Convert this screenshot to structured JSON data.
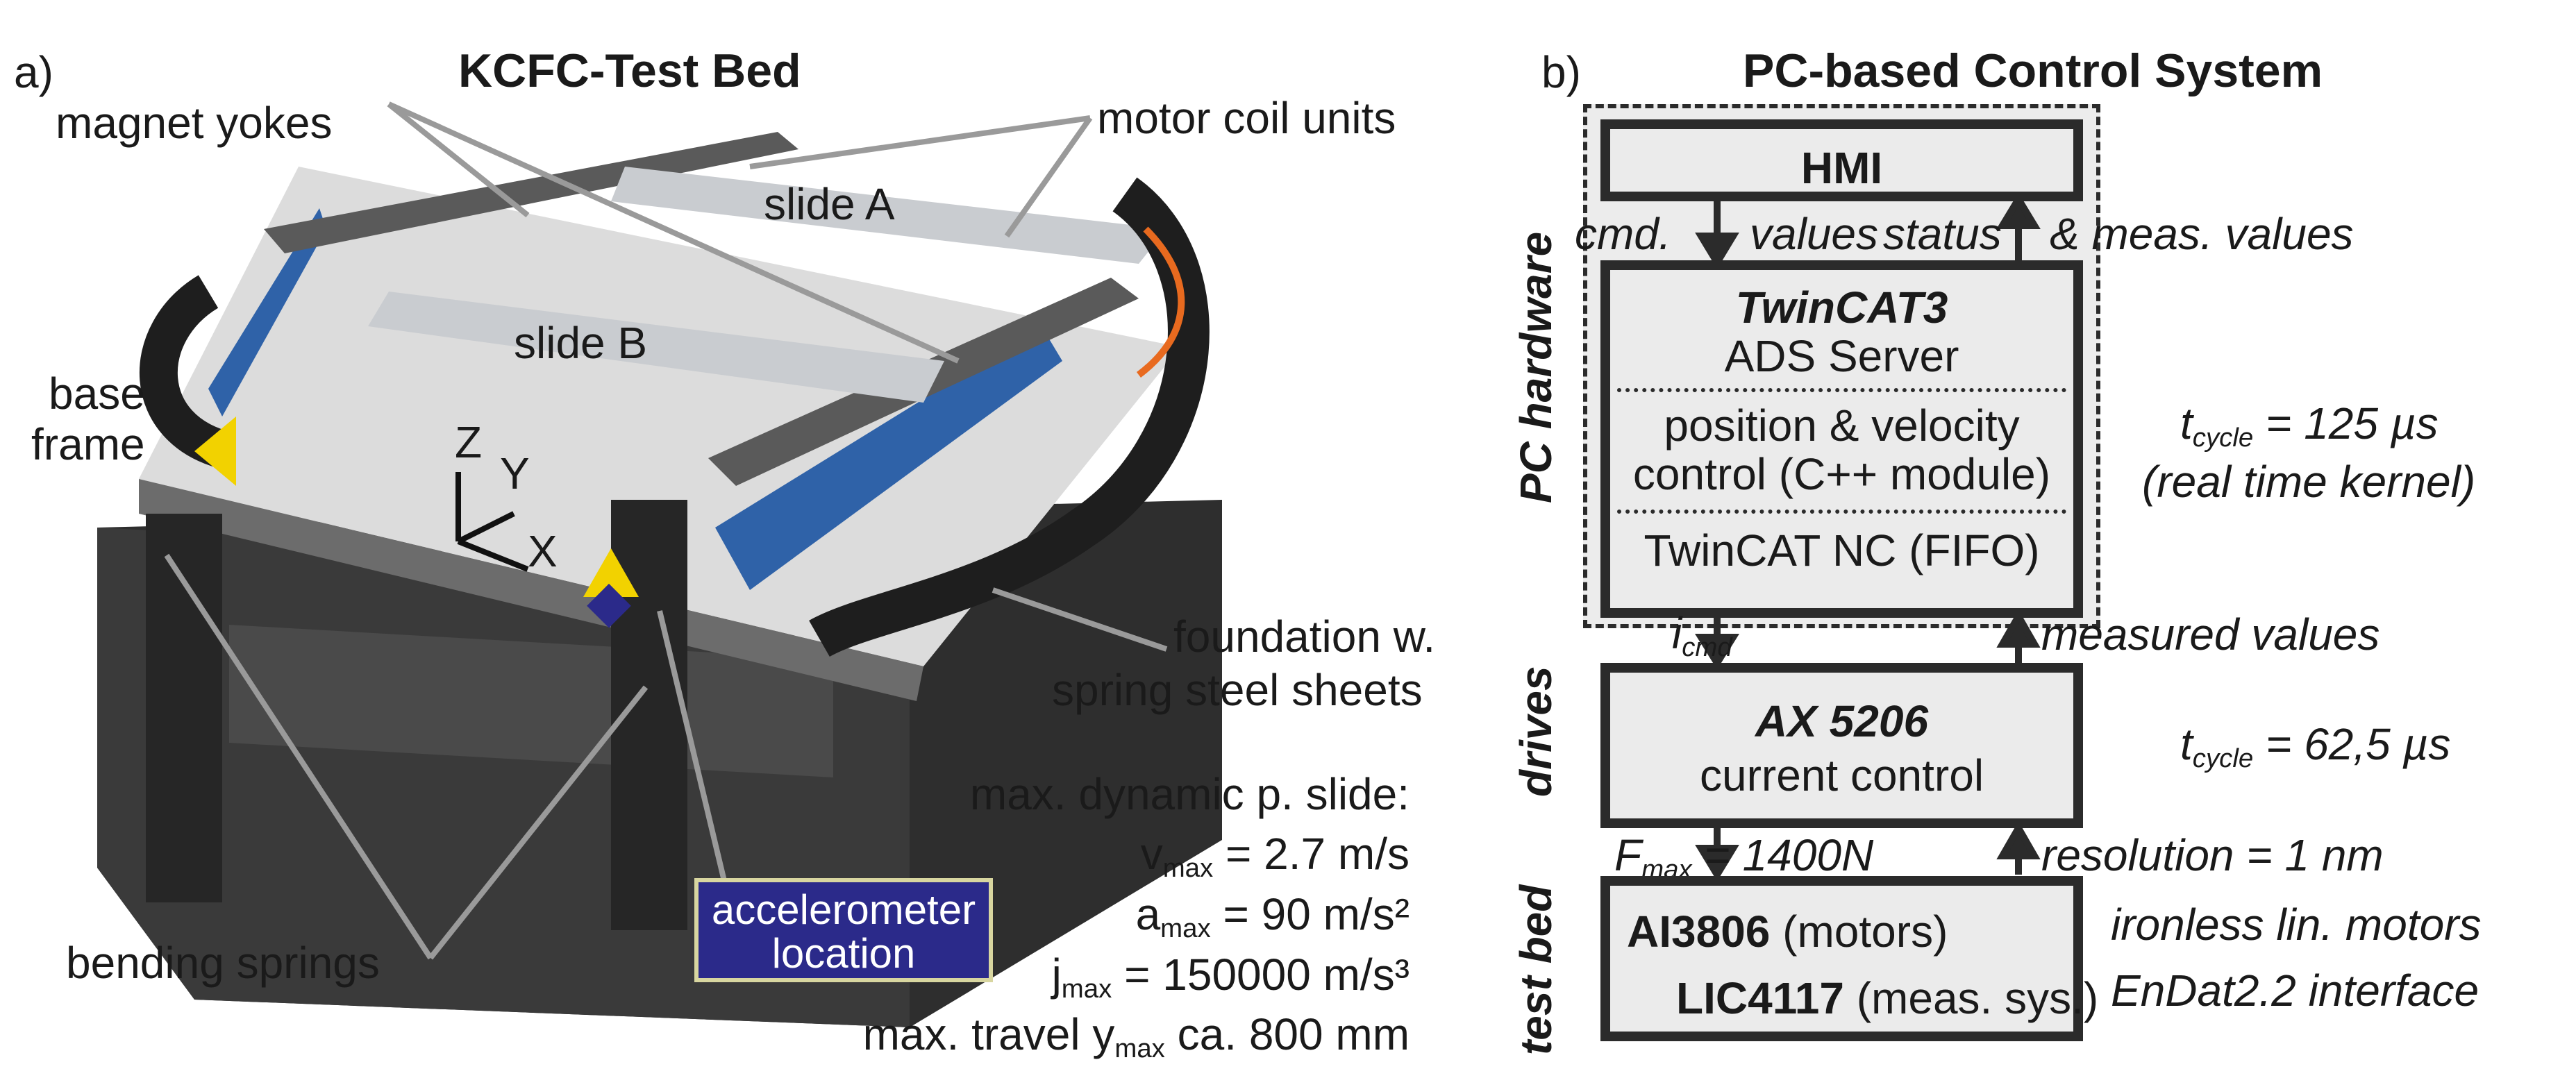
{
  "photo": {
    "panel_label": "a)",
    "title": "KCFC-Test Bed",
    "labels": {
      "magnet_yokes": "magnet yokes",
      "motor_coil_units": "motor coil units",
      "slide_a": "slide A",
      "slide_b": "slide B",
      "base": "base",
      "frame": "frame",
      "axis_z": "Z",
      "axis_y": "Y",
      "axis_x": "X",
      "foundation_1": "foundation w.",
      "foundation_2": "spring steel sheets",
      "bending_springs": "bending springs",
      "accel_1": "accelerometer",
      "accel_2": "location"
    },
    "specs": {
      "heading": "max. dynamic p. slide:",
      "v_sym": "v",
      "v_sub": "max",
      "v_val": " = 2.7 m/s",
      "a_sym": "a",
      "a_sub": "max",
      "a_val": " = 90 m/s²",
      "j_sym": "j",
      "j_sub": "max",
      "j_val": " = 150000 m/s³",
      "travel_pre": "max. travel y",
      "travel_sub": "max",
      "travel_post": " ca. 800 mm"
    }
  },
  "diagram": {
    "panel_label": "b)",
    "title": "PC-based Control System",
    "hmi": "HMI",
    "arrow_cmd": "cmd.",
    "arrow_values": "values",
    "arrow_status": "status",
    "arrow_meas": "& meas. values",
    "twincat_title": "TwinCAT3",
    "ads": "ADS Server",
    "pos_vel_1": "position & velocity",
    "pos_vel_2": "control (C++ module)",
    "nc": "TwinCAT NC (FIFO)",
    "pc_side": "PC hardware",
    "tcycle1_sym": "t",
    "tcycle1_sub": "cycle",
    "tcycle1_val": " = 125 µs",
    "rtk": "(real time kernel)",
    "icmd_sym": "i",
    "icmd_sub": "cmd",
    "measured": "measured values",
    "ax": "AX 5206",
    "current": "current control",
    "drives_side": "drives",
    "tcycle2_sym": "t",
    "tcycle2_sub": "cycle",
    "tcycle2_val": " = 62,5 µs",
    "fmax_sym": "F",
    "fmax_sub": "max",
    "fmax_val": " = 1400N",
    "resolution": "resolution = 1 nm",
    "ai_bold": "AI3806",
    "ai_rest": " (motors)",
    "lic_bold": "LIC4117",
    "lic_rest": " (meas. sys.)",
    "testbed_side": "test bed",
    "ironless": "ironless lin. motors",
    "endat": "EnDat2.2 interface"
  },
  "colors": {
    "frame_dark": "#2b2b2b",
    "box_fill": "#ebebeb",
    "accent_blue": "#2b2a8a",
    "table_grey": "#d9d9d9",
    "cable_orange": "#e86a1f"
  }
}
